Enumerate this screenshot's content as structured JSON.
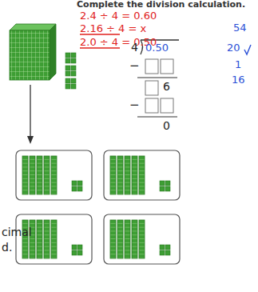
{
  "diagram": {
    "title": "Complete the division calculation.",
    "labels": [
      "2.4 ÷ 4 = 0.60",
      "2.16 ÷ 4 = x",
      "2.0 ÷ 4 = 0.50",
      "54",
      "20",
      "4",
      "0.50",
      "1",
      "−",
      "16",
      "6",
      "−",
      "0",
      "cimal",
      "d."
    ]
  }
}
